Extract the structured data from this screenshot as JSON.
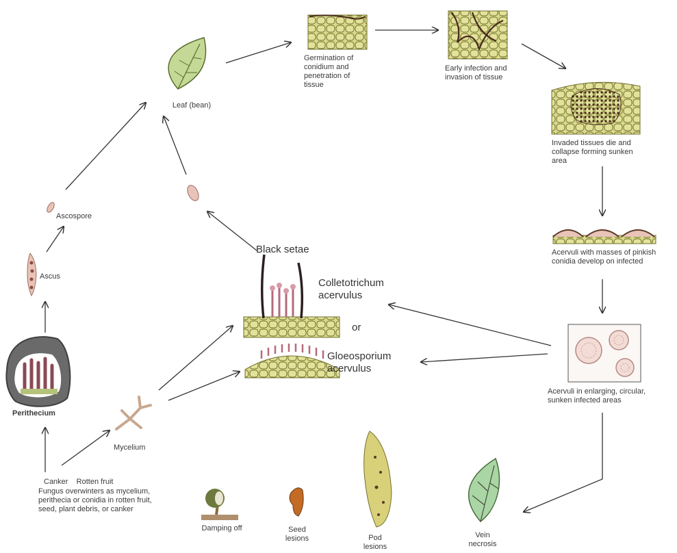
{
  "stages": {
    "leaf": "Leaf (bean)",
    "germination": "Germination of\nconidium and\npenetration of\ntissue",
    "early_infection": "Early infection and\ninvasion of tissue",
    "invaded": "Invaded tissues die and\ncollapse forming sunken\narea",
    "acervuli_pinkish": "Acervuli with masses of pinkish\nconidia develop on infected",
    "acervuli_enlarging": "Acervuli in enlarging, circular,\nsunken infected areas",
    "black_setae": "Black setae",
    "colletotrichum": "Colletotrichum\nacervulus",
    "or": "or",
    "gloeosporium": "Gloeosporium\nacervulus",
    "ascospore": "Ascospore",
    "ascus": "Ascus",
    "perithecium": "Perithecium",
    "mycelium": "Mycelium",
    "overwinter_title": "Canker    Rotten fruit",
    "overwinter": "Fungus overwinters as mycelium,\nperithecia or conidia in rotten fruit,\nseed, plant debris, or canker"
  },
  "symptoms": {
    "damping_off": "Damping off",
    "seed_lesions": "Seed\nlesions",
    "pod_lesions": "Pod\nlesions",
    "vein_necrosis": "Vein\nnecrosis"
  },
  "colors": {
    "cell_fill": "#d9d98a",
    "cell_stroke": "#6f6f2e",
    "infection": "#4a2b1e",
    "spore": "#e8c4b8",
    "leaf_green": "#b9cf86",
    "arrow": "#333333"
  }
}
